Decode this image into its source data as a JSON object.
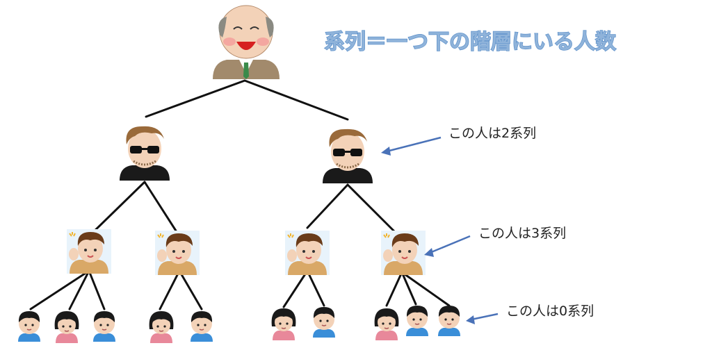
{
  "title": "系列＝一つ下の階層にいる人数",
  "annotations": [
    {
      "text": "この人は2系列"
    },
    {
      "text": "この人は3系列"
    },
    {
      "text": "この人は0系列"
    }
  ],
  "colors": {
    "title_fill": "#8fb3da",
    "title_stroke": "#5b8fc9",
    "arrow": "#4a72b8",
    "edge": "#111111"
  },
  "tree": {
    "root": "boss",
    "level1": [
      "sunglasses-man",
      "sunglasses-man"
    ],
    "level2": [
      "waving-man",
      "waving-man",
      "waving-man",
      "waving-man"
    ],
    "level3": [
      "boy",
      "girl",
      "boy",
      "girl",
      "boy",
      "girl",
      "boy",
      "girl",
      "boy",
      "boy"
    ]
  }
}
